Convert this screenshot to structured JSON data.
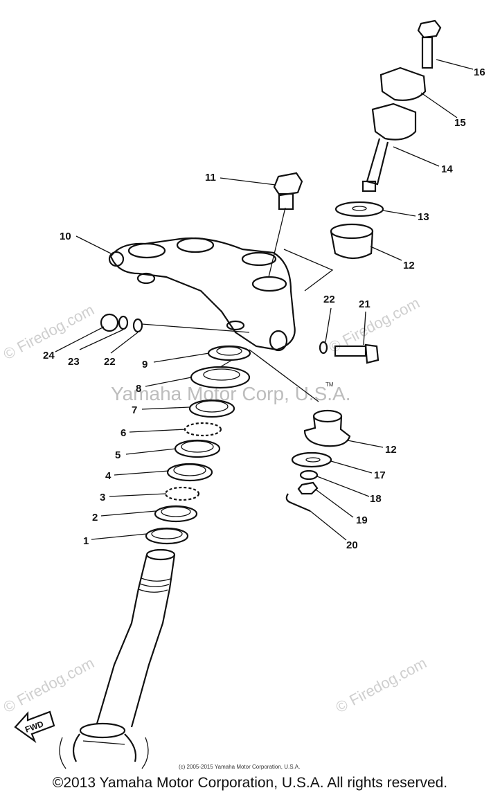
{
  "labels": {
    "c1": "1",
    "c2": "2",
    "c3": "3",
    "c4": "4",
    "c5": "5",
    "c6": "6",
    "c7": "7",
    "c8": "8",
    "c9": "9",
    "c10": "10",
    "c11": "11",
    "c12a": "12",
    "c12b": "12",
    "c13": "13",
    "c14": "14",
    "c15": "15",
    "c16": "16",
    "c17": "17",
    "c18": "18",
    "c19": "19",
    "c20": "20",
    "c21": "21",
    "c22a": "22",
    "c22b": "22",
    "c23": "23",
    "c24": "24"
  },
  "watermarks": {
    "firedog_1": "© Firedog.com",
    "firedog_2": "© Firedog.com",
    "firedog_3": "© Firedog.com",
    "firedog_4": "© Firedog.com",
    "center": "Yamaha Motor Corp, U.S.A.",
    "tm": "TM"
  },
  "fwd_label": "FWD",
  "small_copyright": "(c) 2005-2015 Yamaha Motor Corporation, U.S.A.",
  "copyright": "©2013 Yamaha Motor Corporation, U.S.A. All rights reserved."
}
